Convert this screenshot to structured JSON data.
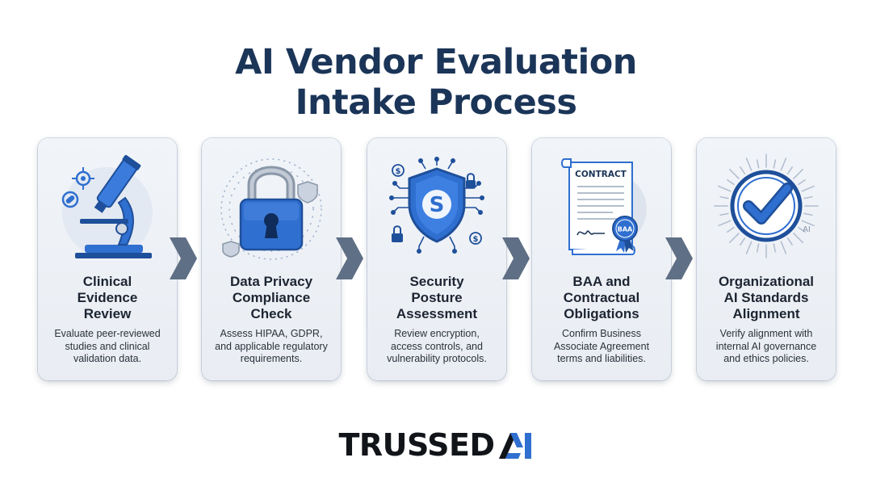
{
  "title": {
    "line1": "AI Vendor Evaluation",
    "line2": "Intake Process"
  },
  "steps": [
    {
      "icon": "microscope-icon",
      "title_lines": [
        "Clinical",
        "Evidence",
        "Review"
      ],
      "desc_lines": [
        "Evaluate peer-reviewed",
        "studies and clinical",
        "validation data."
      ]
    },
    {
      "icon": "padlock-icon",
      "title_lines": [
        "Data Privacy",
        "Compliance",
        "Check"
      ],
      "desc_lines": [
        "Assess HIPAA, GDPR,",
        "and applicable regulatory",
        "requirements."
      ]
    },
    {
      "icon": "shield-icon",
      "title_lines": [
        "Security",
        "Posture",
        "Assessment"
      ],
      "desc_lines": [
        "Review encryption,",
        "access controls, and",
        "vulnerability protocols."
      ]
    },
    {
      "icon": "contract-icon",
      "contract_label": "CONTRACT",
      "seal_label": "BAA",
      "title_lines": [
        "BAA and",
        "Contractual",
        "Obligations"
      ],
      "desc_lines": [
        "Confirm Business",
        "Associate Agreement",
        "terms and liabilities."
      ]
    },
    {
      "icon": "checkmark-badge-icon",
      "badge_label": "AI",
      "title_lines": [
        "Organizational",
        "AI Standards",
        "Alignment"
      ],
      "desc_lines": [
        "Verify alignment with",
        "internal AI governance",
        "and ethics policies."
      ]
    }
  ],
  "logo": {
    "text": "TRUSSED",
    "mark": "AI-monogram-icon"
  },
  "colors": {
    "title": "#1b3558",
    "accent_blue": "#2f6fd0",
    "arrow": "#5f6f85",
    "card_bg": "#eef1f6"
  }
}
